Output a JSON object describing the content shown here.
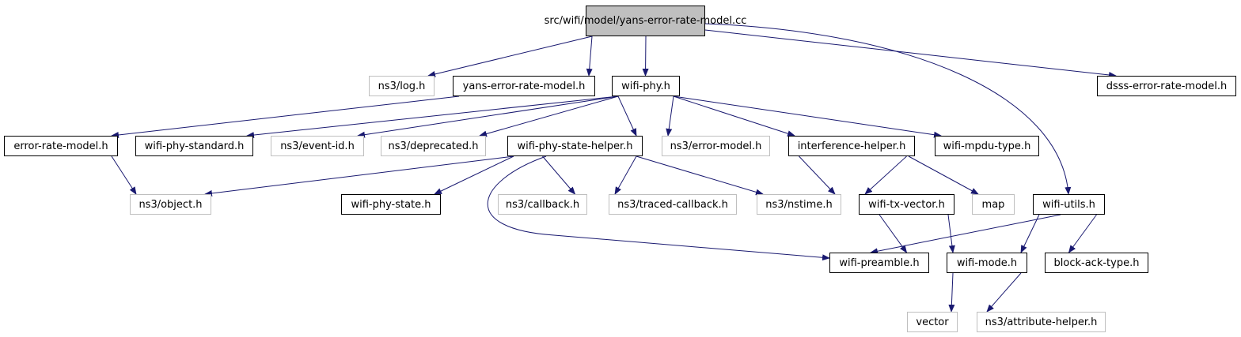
{
  "diagram": {
    "root": {
      "line1": "src/wifi/model/yans",
      "line2": "-error-rate-model.cc"
    },
    "nodes": {
      "log": "ns3/log.h",
      "yans": "yans-error-rate-model.h",
      "wifiphy": "wifi-phy.h",
      "dsss": "dsss-error-rate-model.h",
      "erm": "error-rate-model.h",
      "wps": "wifi-phy-standard.h",
      "eventid": "ns3/event-id.h",
      "deprecated": "ns3/deprecated.h",
      "wpsh": "wifi-phy-state-helper.h",
      "errormodel": "ns3/error-model.h",
      "ih": "interference-helper.h",
      "mpdu": "wifi-mpdu-type.h",
      "object": "ns3/object.h",
      "wpstate": "wifi-phy-state.h",
      "callback": "ns3/callback.h",
      "traced": "ns3/traced-callback.h",
      "nstime": "ns3/nstime.h",
      "txvector": "wifi-tx-vector.h",
      "map": "map",
      "utils": "wifi-utils.h",
      "preamble": "wifi-preamble.h",
      "mode": "wifi-mode.h",
      "blockack": "block-ack-type.h",
      "vector": "vector",
      "attr": "ns3/attribute-helper.h"
    },
    "external_nodes": [
      "log",
      "eventid",
      "deprecated",
      "errormodel",
      "object",
      "callback",
      "traced",
      "nstime",
      "map",
      "vector",
      "attr"
    ],
    "edges": [
      [
        "root",
        "log"
      ],
      [
        "root",
        "yans"
      ],
      [
        "root",
        "wifiphy"
      ],
      [
        "root",
        "dsss"
      ],
      [
        "root",
        "utils"
      ],
      [
        "yans",
        "erm"
      ],
      [
        "erm",
        "object"
      ],
      [
        "wifiphy",
        "wps"
      ],
      [
        "wifiphy",
        "eventid"
      ],
      [
        "wifiphy",
        "deprecated"
      ],
      [
        "wifiphy",
        "wpsh"
      ],
      [
        "wifiphy",
        "errormodel"
      ],
      [
        "wifiphy",
        "ih"
      ],
      [
        "wifiphy",
        "mpdu"
      ],
      [
        "wpsh",
        "object"
      ],
      [
        "wpsh",
        "wpstate"
      ],
      [
        "wpsh",
        "callback"
      ],
      [
        "wpsh",
        "traced"
      ],
      [
        "wpsh",
        "nstime"
      ],
      [
        "wpsh",
        "preamble"
      ],
      [
        "ih",
        "nstime"
      ],
      [
        "ih",
        "txvector"
      ],
      [
        "ih",
        "map"
      ],
      [
        "txvector",
        "preamble"
      ],
      [
        "txvector",
        "mode"
      ],
      [
        "utils",
        "preamble"
      ],
      [
        "utils",
        "mode"
      ],
      [
        "utils",
        "blockack"
      ],
      [
        "mode",
        "vector"
      ],
      [
        "mode",
        "attr"
      ]
    ]
  },
  "colors": {
    "edge": "#191970",
    "root_fill": "#bfbfbf",
    "external_border": "#bfbfbf",
    "node_border": "#000000"
  }
}
